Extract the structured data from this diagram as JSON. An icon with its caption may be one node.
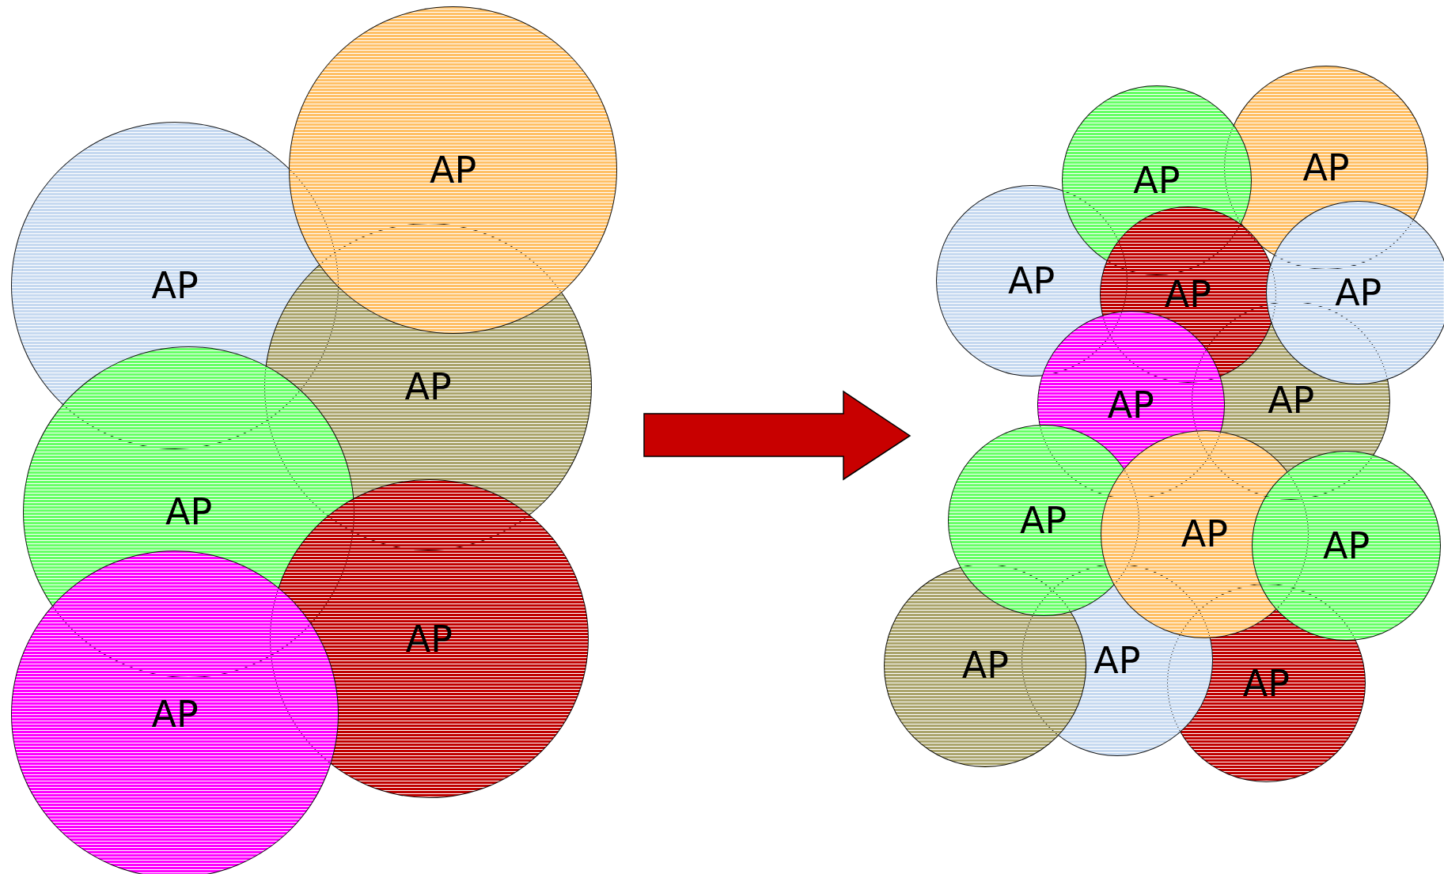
{
  "diagram": {
    "nodes": [
      {
        "text": [
          "AP"
        ]
      },
      {
        "text": [
          "AP"
        ]
      },
      {
        "text": [
          "AP"
        ]
      },
      {
        "text": [
          "AP"
        ]
      },
      {
        "text": [
          "AP"
        ]
      },
      {
        "text": [
          "AP"
        ]
      },
      {
        "text": [
          "AP"
        ]
      },
      {
        "text": [
          "AP"
        ]
      },
      {
        "text": [
          "AP"
        ]
      },
      {
        "text": [
          "AP"
        ]
      },
      {
        "text": [
          "AP"
        ]
      },
      {
        "text": [
          "AP"
        ]
      },
      {
        "text": [
          "AP"
        ]
      },
      {
        "text": [
          "AP"
        ]
      },
      {
        "text": [
          "AP"
        ]
      },
      {
        "text": [
          "AP"
        ]
      },
      {
        "text": [
          "AP"
        ]
      },
      {
        "text": [
          "AP"
        ]
      },
      {
        "text": [
          "AP"
        ]
      }
    ]
  }
}
